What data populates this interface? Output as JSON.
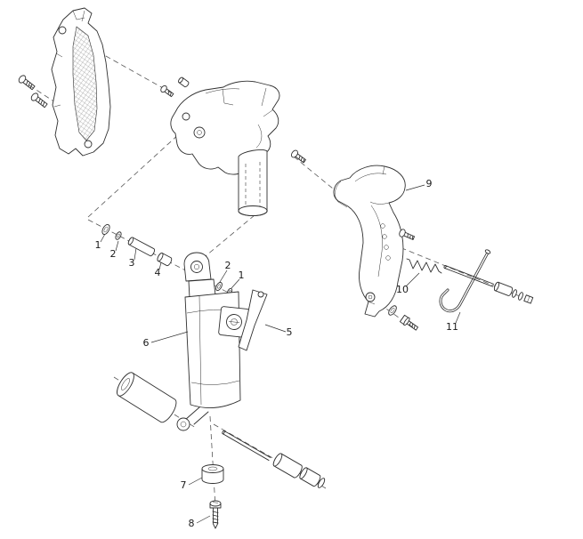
{
  "page": {
    "background": "#ffffff",
    "line_color": "#2f2f2f",
    "description_type": "exploded-parts-diagram"
  },
  "diagram": {
    "callouts": [
      {
        "label": "1"
      },
      {
        "label": "2"
      },
      {
        "label": "3"
      },
      {
        "label": "4"
      },
      {
        "label": "2"
      },
      {
        "label": "1"
      },
      {
        "label": "5"
      },
      {
        "label": "6"
      },
      {
        "label": "7"
      },
      {
        "label": "8"
      },
      {
        "label": "9"
      },
      {
        "label": "10"
      },
      {
        "label": "11"
      }
    ]
  }
}
